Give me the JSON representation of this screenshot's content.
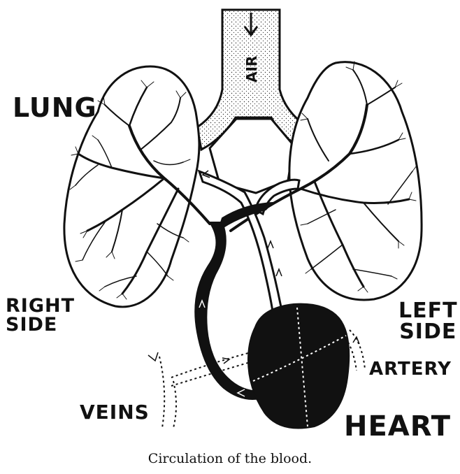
{
  "labels": {
    "air": "AIR",
    "lung": "LUNG",
    "right_side": "RIGHT\nSIDE",
    "left_side": "LEFT\nSIDE",
    "artery": "ARTERY",
    "veins": "VEINS",
    "heart": "HEART"
  },
  "caption": "Circulation of the blood."
}
